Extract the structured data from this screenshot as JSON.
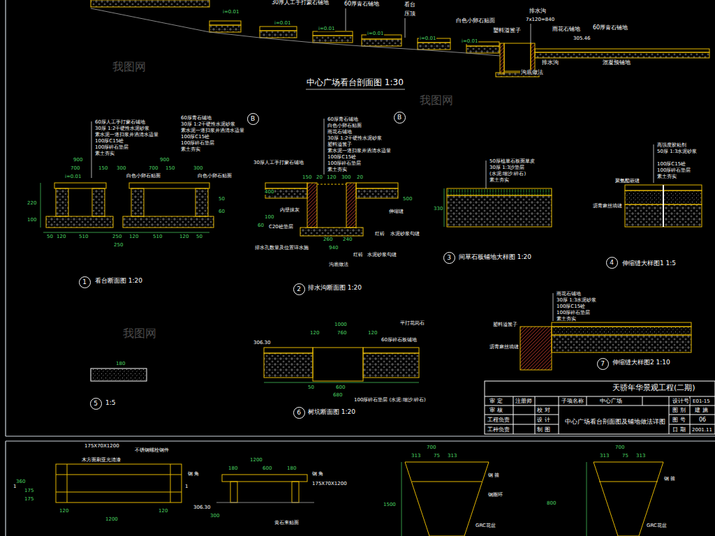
{
  "diagram": {
    "nodes": [
      {
        "text": [
          "B"
        ]
      },
      {
        "text": [
          "B"
        ]
      },
      {
        "text": [
          "3"
        ]
      },
      {
        "text": [
          "4"
        ]
      },
      {
        "text": [
          "1"
        ]
      },
      {
        "text": [
          "2"
        ]
      },
      {
        "text": [
          "7"
        ]
      },
      {
        "text": [
          "5"
        ]
      },
      {
        "text": [
          "6"
        ]
      }
    ],
    "labels": [
      "30厚人工手打蒙石铺地",
      "60厚青石铺地",
      "看台",
      "压顶",
      "白色小卵石贴面",
      "塑料溢篦子",
      "排水沟",
      "7x120=840",
      "雨花石铺地",
      "305.46",
      "60厚青石铺地",
      "排水沟",
      "沟底做法",
      "混凝预铺地",
      "i=0.01",
      "i=0.01",
      "i=0.01",
      "i=0.01",
      "i=0.01",
      "i=0.01",
      "中心广场看台剖面图 1:30",
      "60厚人工手打蒙石铺地",
      "30厚 1:2干硬性水泥砂浆",
      "素水泥一道扫浆并洒清水适量",
      "100厚C15砼",
      "100厚碎石垫层",
      "素土夯实",
      "60厚青石铺地",
      "30厚 1:2干硬性水泥砂浆",
      "素水泥一道扫浆并洒清水适量",
      "100厚C15砼",
      "100厚碎石垫层",
      "素土夯实",
      "白色小卵石贴面",
      "白色小卵石贴面",
      "i=0.01",
      "900",
      "900",
      "700",
      "150",
      "300",
      "700",
      "150",
      "300",
      "50",
      "120",
      "510",
      "250",
      "120",
      "510",
      "120",
      "50",
      "250",
      "100",
      "220",
      "60",
      "50",
      "看台断面图 1:20",
      "60厚青石铺地",
      "白色小卵石贴面",
      "雨花石铺地",
      "30厚 1:2干硬性水泥砂浆",
      "塑料溢篦子",
      "素水泥一道扫浆并洒清水适量",
      "100厚C15砼",
      "100厚碎石垫层",
      "素土夯实",
      "30厚人工手打蒙石铺地",
      "内壁抹灰",
      "C20砼垫层",
      "排水孔数量及位置详水施",
      "伸缩缝",
      "红砖",
      "水泥砂浆勾缝",
      "红砖",
      "水泥砂浆勾缝",
      "沟底做法",
      "150",
      "20",
      "120",
      "300",
      "20",
      "500",
      "400",
      "100",
      "60",
      "260",
      "240",
      "940",
      "排水沟断面图 1:20",
      "50厚植草石板面草皮",
      "30厚 1:3沙垫层",
      "(水泥:细沙:碎石)",
      "素土夯实",
      "330",
      "间草石板铺地大样图 1:20",
      "高强度胶粘剂",
      "50厚 1:3水泥砂浆",
      "100厚C15砼",
      "100厚碎石垫层",
      "素土夯实",
      "聚氨酯嵌缝",
      "沥青麻丝填缝",
      "伸缩缝大样图1 1:5",
      "雨花石铺地",
      "30厚 1:3水泥砂浆",
      "100厚C15砼",
      "100厚碎石垫层",
      "素土夯实",
      "塑料溢篦子",
      "沥青麻丝填缝",
      "伸缩缝大样图2 1:10",
      "180",
      "1:5",
      "1000",
      "120",
      "760",
      "120",
      "平打花岗石",
      "60厚碎石板铺地",
      "306.30",
      "50",
      "600",
      "680",
      "100厚碎石垫层 (水泥:细沙:碎石)",
      "树坑断面图 1:20",
      "175X70X1200",
      "不锈钢螺栓钢件",
      "木方面刷亚光清漆",
      "钢 角",
      "360",
      "175",
      "175",
      "120",
      "120",
      "1200",
      "1200",
      "180",
      "600",
      "180",
      "钢 角",
      "175X70X1200",
      "306.30",
      "300",
      "黄石来贴面",
      "700",
      "313",
      "75",
      "313",
      "1500",
      "钢 箍",
      "钢圈环",
      "GRC花盆",
      "700",
      "313",
      "75",
      "313",
      "800",
      "钢 箍",
      "GRC花盆",
      "1",
      "1",
      "我图网",
      "我图网",
      "我图网",
      "天骄年华景观工程(二期)",
      "审 定",
      "注册师",
      "子项名称",
      "中心广场",
      "设计号",
      "E01-15",
      "审 核",
      "校 对",
      "图 别",
      "建 施",
      "工程负责",
      "设 计",
      "中心广场看台剖面图及铺地做法详图",
      "图 号",
      "06",
      "工种负责",
      "制 图",
      "日 期",
      "2001.11"
    ]
  }
}
